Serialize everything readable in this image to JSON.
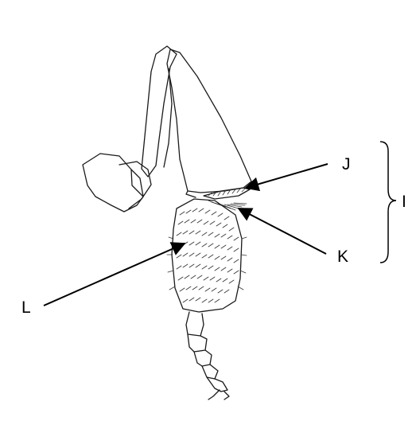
{
  "labels": {
    "i": "I",
    "j": "J",
    "k": "K",
    "l": "L"
  },
  "colors": {
    "ink": "#1a1a1a",
    "arrow": "#000000",
    "paper": "#ffffff"
  }
}
